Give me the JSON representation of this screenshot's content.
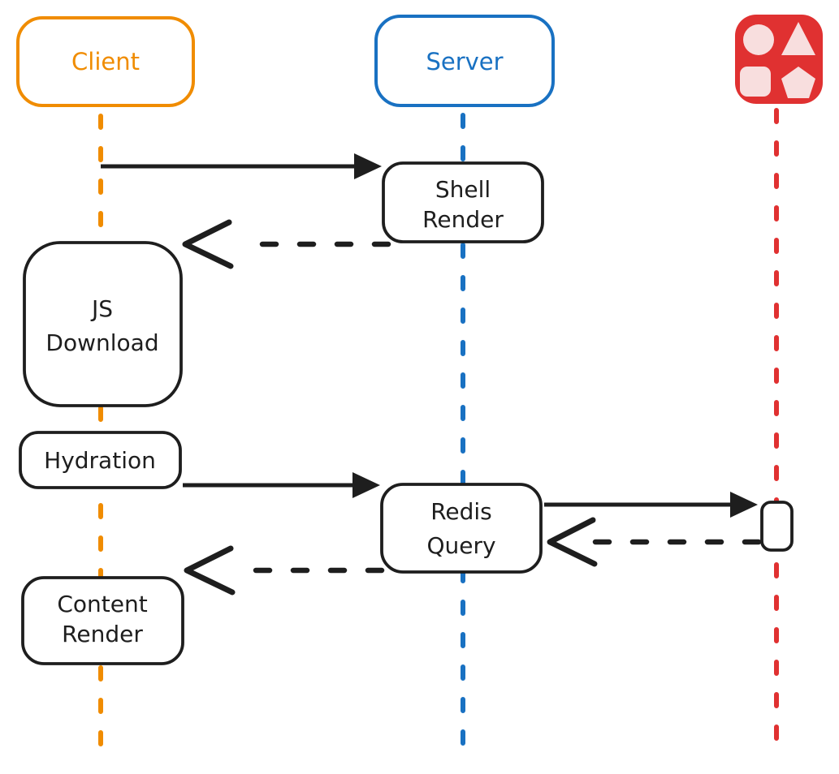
{
  "actors": {
    "client": {
      "label": "Client"
    },
    "server": {
      "label": "Server"
    },
    "datastore": {
      "icon": "shapes-icon"
    }
  },
  "nodes": {
    "shell_render": {
      "line1": "Shell",
      "line2": "Render"
    },
    "js_download": {
      "line1": "JS",
      "line2": "Download"
    },
    "hydration": {
      "label": "Hydration"
    },
    "redis_query": {
      "line1": "Redis",
      "line2": "Query"
    },
    "content_render": {
      "line1": "Content",
      "line2": "Render"
    }
  },
  "edges": [
    {
      "from": "Client",
      "to": "Shell Render",
      "style": "solid"
    },
    {
      "from": "Shell Render",
      "to": "JS Download",
      "style": "dashed"
    },
    {
      "from": "Hydration",
      "to": "Redis Query",
      "style": "solid"
    },
    {
      "from": "Redis Query",
      "to": "Datastore",
      "style": "solid"
    },
    {
      "from": "Datastore",
      "to": "Redis Query",
      "style": "dashed"
    },
    {
      "from": "Redis Query",
      "to": "Content Render",
      "style": "dashed"
    }
  ],
  "colors": {
    "client": "#f08c00",
    "server": "#1971c2",
    "datastore": "#e03131",
    "datastore_shape_fill": "#f8dede",
    "ink": "#1e1e1e",
    "background": "#ffffff"
  }
}
